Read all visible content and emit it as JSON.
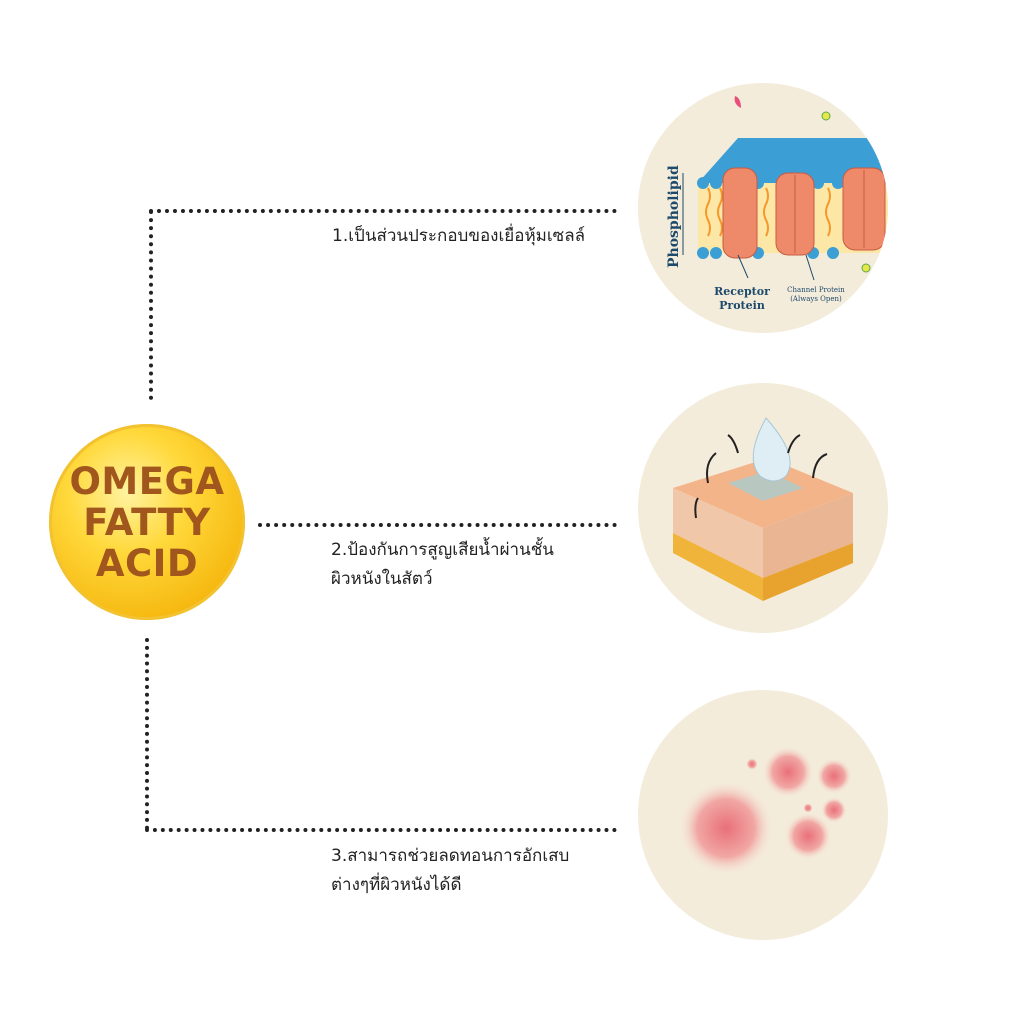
{
  "center": {
    "line1": "OMEGA",
    "line2": "FATTY",
    "line3": "ACID"
  },
  "benefits": [
    {
      "lines": [
        "1.เป็นส่วนประกอบของเยื่อหุ้มเซลล์"
      ]
    },
    {
      "lines": [
        "2.ป้องกันการสูญเสียน้ำผ่านชั้น",
        "ผิวหนังในสัตว์"
      ]
    },
    {
      "lines": [
        "3.สามารถช่วยลดทอนการอักเสบ",
        "ต่างๆที่ผิวหนังได้ดี"
      ]
    }
  ],
  "membrane": {
    "side_label": "Phospholipid",
    "receptor": [
      "Receptor",
      "Protein"
    ],
    "channel": [
      "Channel Protein",
      "(Always Open)"
    ]
  },
  "colors": {
    "accent_text": "#a0561c",
    "circle_bg": "#f4ecdb",
    "line": "#222222"
  }
}
